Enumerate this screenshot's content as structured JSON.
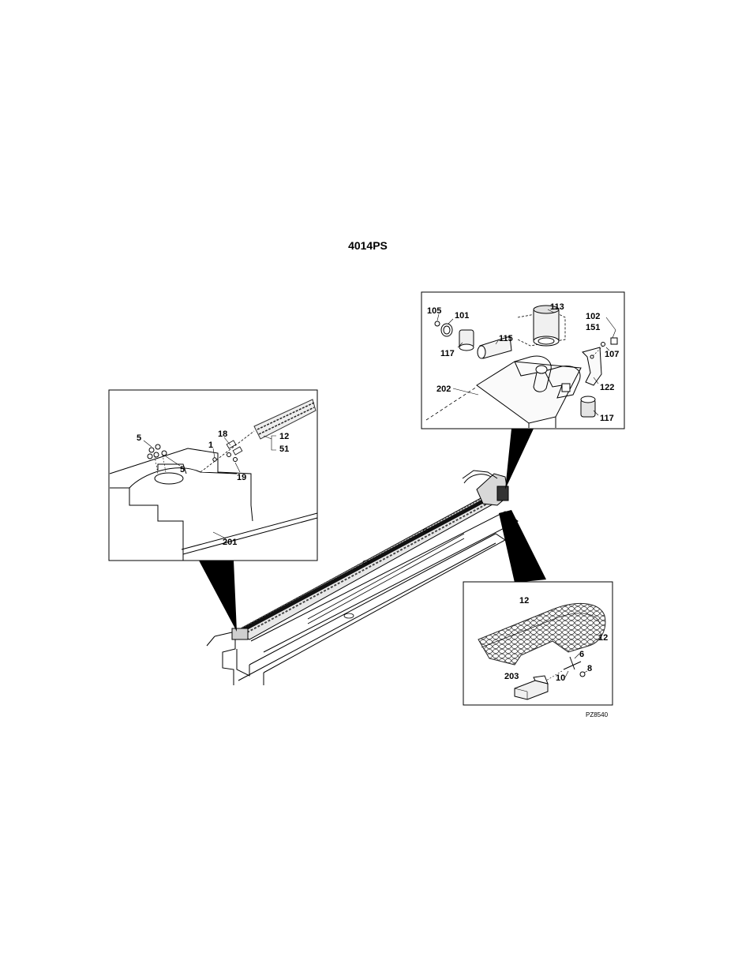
{
  "title": "4014PS",
  "figure_id": "PZ8540",
  "views": {
    "left_detail": {
      "callouts": [
        "5",
        "5",
        "18",
        "1",
        "12",
        "51",
        "19",
        "201"
      ]
    },
    "top_right_detail": {
      "callouts": [
        "105",
        "101",
        "113",
        "102",
        "151",
        "117",
        "115",
        "107",
        "202",
        "122",
        "117"
      ]
    },
    "bottom_right_detail": {
      "callouts": [
        "12",
        "12",
        "6",
        "203",
        "10",
        "8"
      ]
    }
  }
}
